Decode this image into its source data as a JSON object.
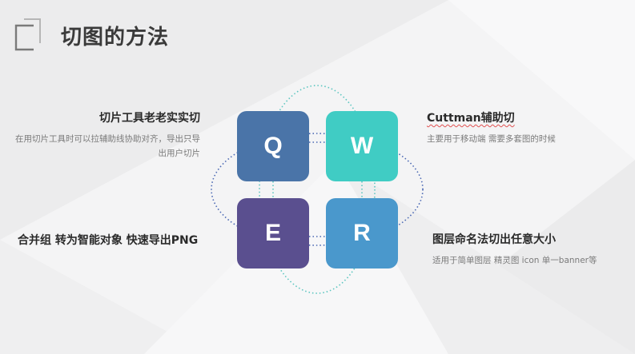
{
  "slide": {
    "title": "切图的方法"
  },
  "tiles": {
    "q": "Q",
    "w": "W",
    "e": "E",
    "r": "R"
  },
  "blocks": {
    "top_left": {
      "heading": "切片工具老老实实切",
      "desc": "在用切片工具时可以拉辅助线协助对齐，导出只导出用户切片"
    },
    "top_right": {
      "heading": "Cuttman辅助切",
      "desc": "主要用于移动端 需要多套图的时候"
    },
    "bottom_left": {
      "heading": "合并组 转为智能对象 快速导出PNG"
    },
    "bottom_right": {
      "heading": "图层命名法切出任意大小",
      "desc": "适用于简单图层 精灵图 icon 单一banner等"
    }
  },
  "colors": {
    "tile_q": "#4a74a8",
    "tile_w": "#40ccc4",
    "tile_e": "#5a4f8f",
    "tile_r": "#4a98cc",
    "ring_teal": "#5cc6c0",
    "ring_blue": "#4a68b4"
  }
}
